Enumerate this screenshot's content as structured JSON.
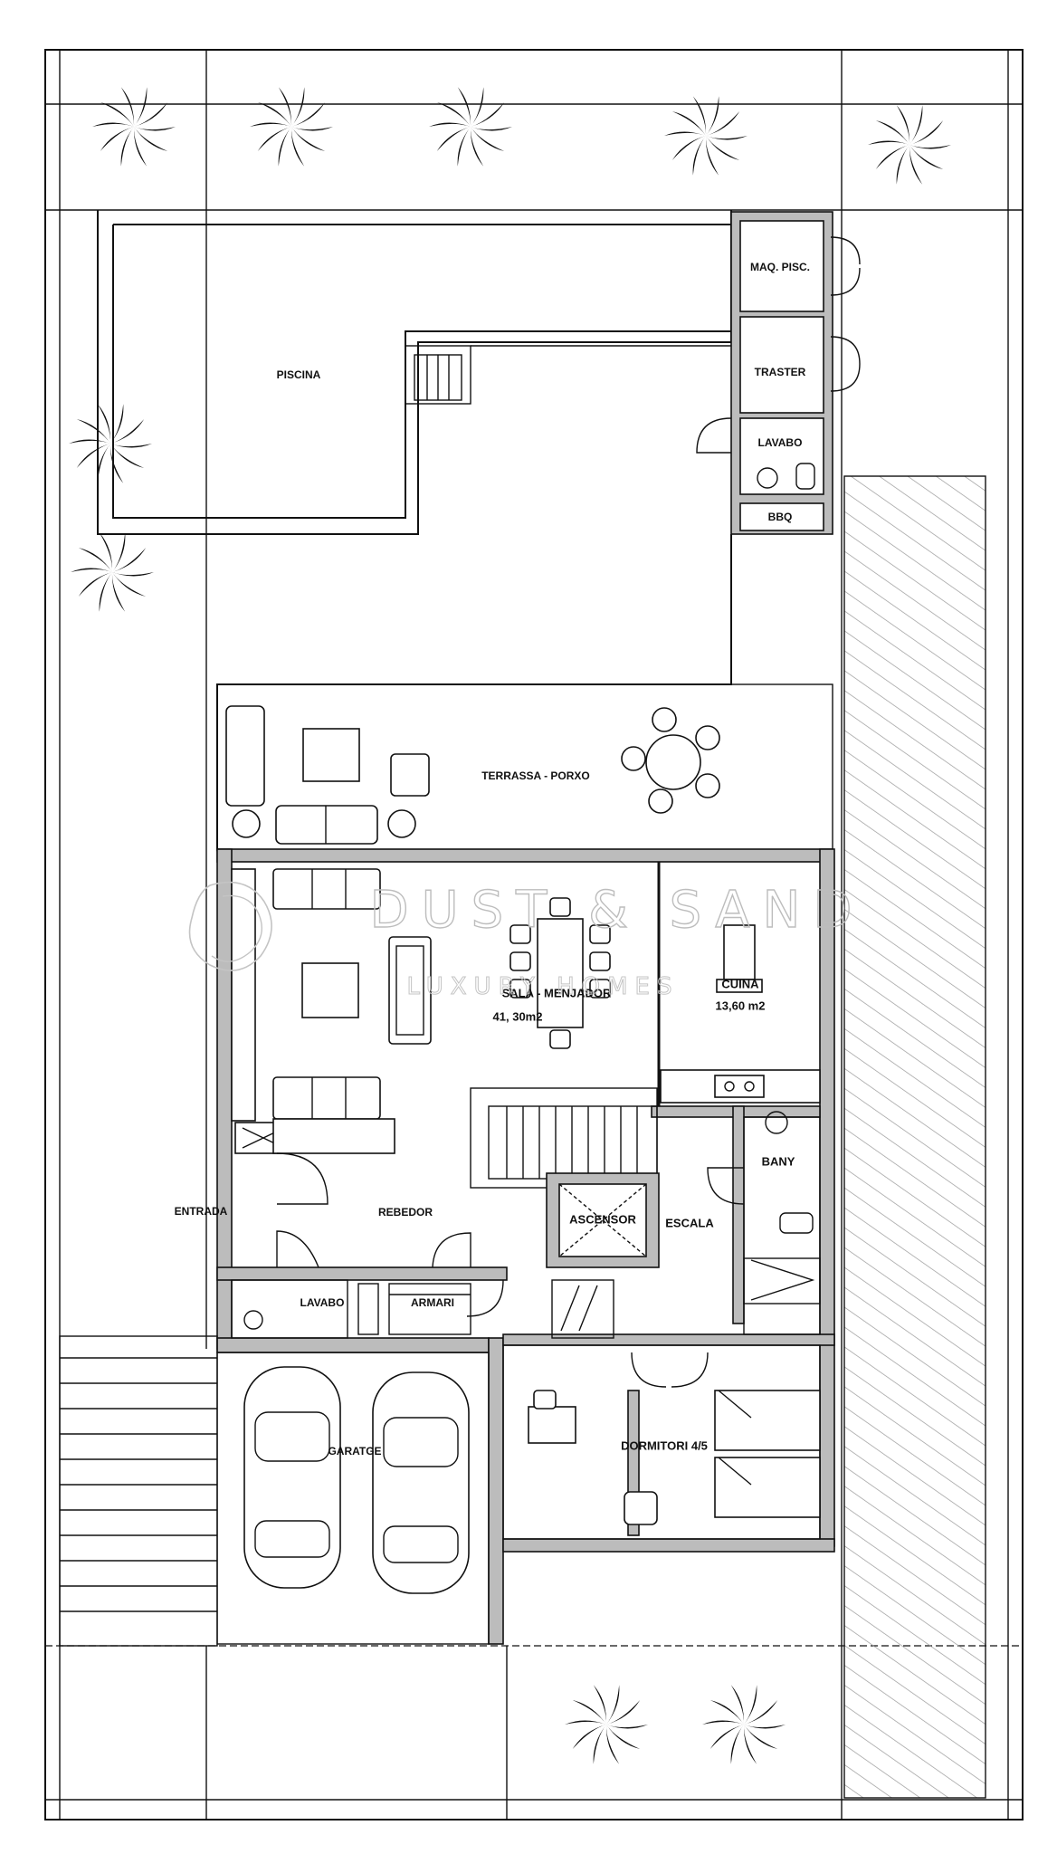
{
  "rooms": {
    "maq_pisc": "MAQ. PISC.",
    "traster": "TRASTER",
    "lavabo_top": "LAVABO",
    "bbq": "BBQ",
    "piscina": "PISCINA",
    "terrassa": "TERRASSA - PORXO",
    "sala": "SALA - MENJADOR",
    "sala_area": "41, 30m2",
    "cuina": "CUINA",
    "cuina_area": "13,60 m2",
    "bany": "BANY",
    "entrada": "ENTRADA",
    "rebedor": "REBEDOR",
    "ascensor": "ASCENSOR",
    "escala": "ESCALA",
    "lavabo": "LAVABO",
    "armari": "ARMARI",
    "garatge": "GARATGE",
    "dormitori": "DORMITORI 4/5"
  },
  "watermark": {
    "brand": "DUST & SAND",
    "tagline": "LUXURY HOMES"
  },
  "colors": {
    "wall_fill": "#bcbcbc",
    "line": "#111111",
    "hatch": "#999999"
  }
}
